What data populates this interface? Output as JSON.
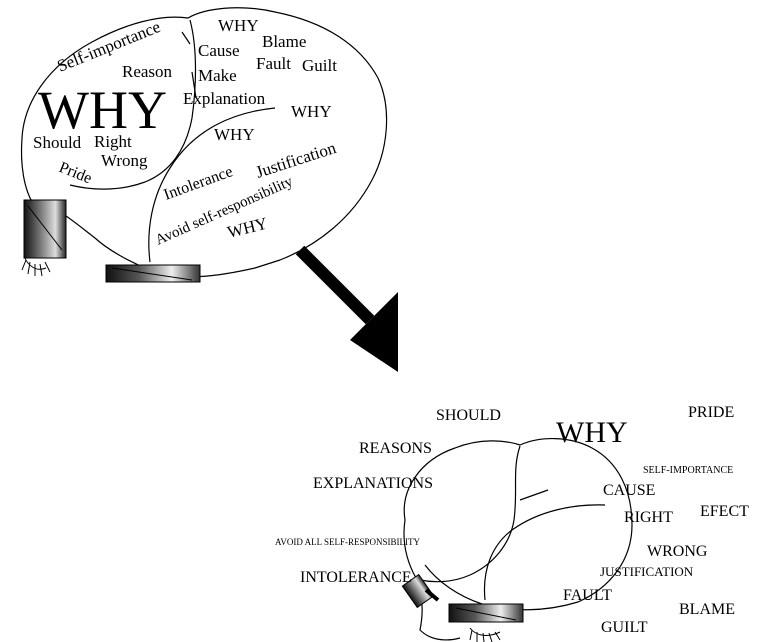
{
  "top_head": {
    "words": {
      "self_importance": "Self-importance",
      "reason": "Reason",
      "why_big": "WHY",
      "should": "Should",
      "right": "Right",
      "wrong": "Wrong",
      "pride": "Pride",
      "why_1": "WHY",
      "cause": "Cause",
      "blame": "Blame",
      "make": "Make",
      "fault": "Fault",
      "guilt": "Guilt",
      "explanation": "Explanation",
      "why_2": "WHY",
      "why_3": "WHY",
      "justification": "Justification",
      "intolerance": "Intolerance",
      "avoid": "Avoid self-responsibility",
      "why_4": "WHY"
    }
  },
  "bottom_head": {
    "words": {
      "should": "SHOULD",
      "why": "WHY",
      "pride": "PRIDE",
      "reasons": "REASONS",
      "self_importance": "SELF-IMPORTANCE",
      "explanations": "EXPLANATIONS",
      "cause": "CAUSE",
      "right": "RIGHT",
      "efect": "EFECT",
      "avoid": "AVOID ALL SELF-RESPONSIBILITY",
      "wrong": "WRONG",
      "intolerance": "INTOLERANCE",
      "justification": "JUSTIFICATION",
      "fault": "FAULT",
      "blame": "BLAME",
      "guilt": "GUILT"
    }
  },
  "colors": {
    "ink": "#000000",
    "background": "#ffffff"
  }
}
